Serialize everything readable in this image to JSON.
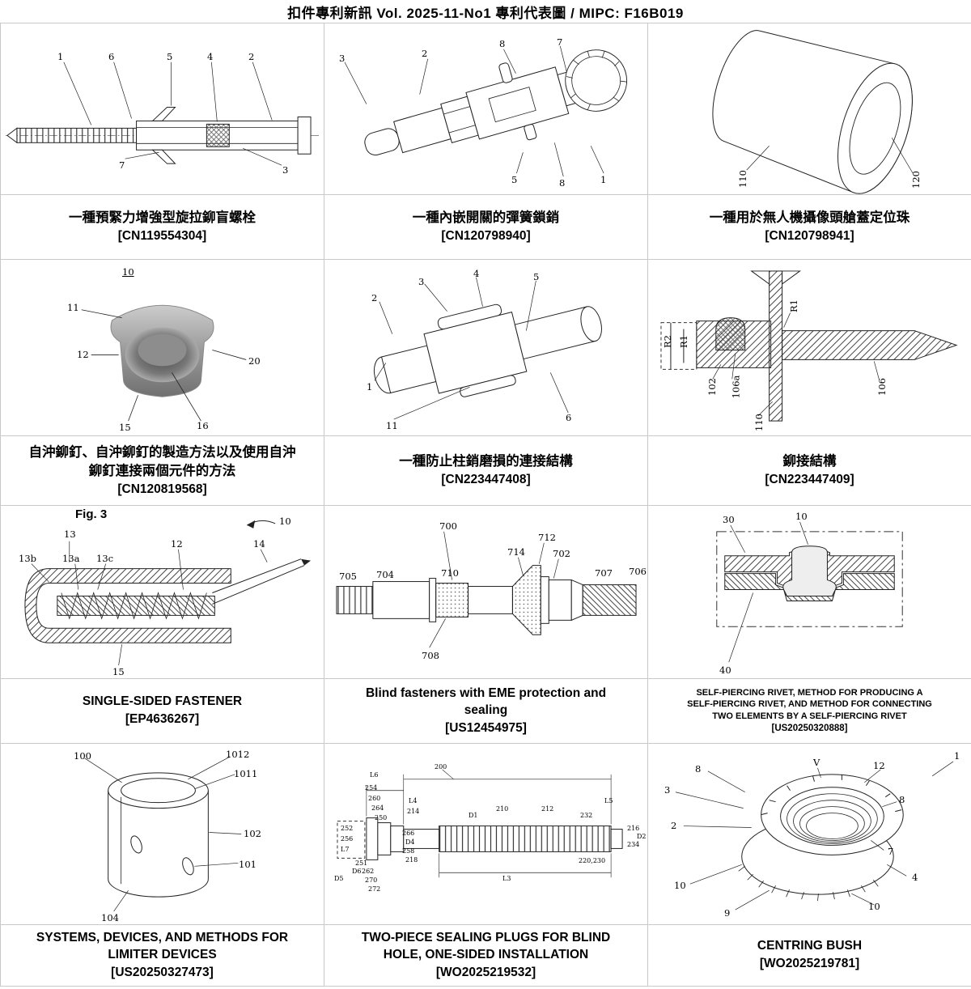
{
  "header": {
    "title": "扣件專利新訊  Vol. 2025-11-No1  專利代表圖  /  MIPC:  F16B019"
  },
  "cells": [
    {
      "caption": [
        "一種預緊力增強型旋拉鉚盲螺栓",
        "[CN119554304]"
      ],
      "labels": [
        "1",
        "6",
        "5",
        "4",
        "2",
        "7",
        "3"
      ]
    },
    {
      "caption": [
        "一種內嵌開關的彈簧鎖銷",
        "[CN120798940]"
      ],
      "labels": [
        "3",
        "2",
        "8",
        "7",
        "5",
        "8",
        "1"
      ]
    },
    {
      "caption": [
        "一種用於無人機攝像頭艙蓋定位珠",
        "[CN120798941]"
      ],
      "labels": [
        "110",
        "120"
      ]
    },
    {
      "caption": [
        "自沖鉚釘、自沖鉚釘的製造方法以及使用自沖",
        "鉚釘連接兩個元件的方法",
        "[CN120819568]"
      ],
      "labels": [
        "10",
        "11",
        "12",
        "20",
        "15",
        "16"
      ]
    },
    {
      "caption": [
        "一種防止柱銷磨損的連接結構",
        "[CN223447408]"
      ],
      "labels": [
        "2",
        "3",
        "4",
        "5",
        "1",
        "11",
        "6"
      ]
    },
    {
      "caption": [
        "鉚接結構",
        "[CN223447409]"
      ],
      "labels": [
        "R2",
        "R1",
        "R1",
        "102",
        "106a",
        "110",
        "106"
      ]
    },
    {
      "caption": [
        "SINGLE-SIDED FASTENER",
        "[EP4636267]"
      ],
      "labels": [
        "Fig. 3",
        "13",
        "13b",
        "13a",
        "13c",
        "12",
        "14",
        "10",
        "15"
      ]
    },
    {
      "caption": [
        "Blind fasteners with EME protection and",
        "sealing",
        "[US12454975]"
      ],
      "labels": [
        "700",
        "712",
        "714",
        "702",
        "705",
        "704",
        "710",
        "707",
        "706",
        "708"
      ]
    },
    {
      "caption": [
        "SELF-PIERCING RIVET, METHOD FOR PRODUCING A",
        "SELF-PIERCING RIVET, AND METHOD FOR CONNECTING",
        "TWO ELEMENTS BY A SELF-PIERCING RIVET",
        "[US20250320888]"
      ],
      "labels": [
        "30",
        "10",
        "40"
      ]
    },
    {
      "caption": [
        "SYSTEMS, DEVICES, AND METHODS FOR",
        "LIMITER DEVICES",
        "[US20250327473]"
      ],
      "labels": [
        "100",
        "1012",
        "1011",
        "102",
        "101",
        "104"
      ]
    },
    {
      "caption": [
        "TWO-PIECE SEALING PLUGS FOR BLIND",
        "HOLE, ONE-SIDED INSTALLATION",
        "[WO2025219532]"
      ],
      "labels": [
        "200",
        "L6",
        "254",
        "260",
        "264",
        "250",
        "L4",
        "214",
        "D1",
        "210",
        "212",
        "232",
        "L5",
        "216",
        "D2",
        "234",
        "266",
        "D4",
        "258",
        "218",
        "252",
        "256",
        "L7",
        "D5",
        "D6",
        "251",
        "262",
        "270",
        "272",
        "220,230",
        "L3"
      ]
    },
    {
      "caption": [
        "CENTRING BUSH",
        "[WO2025219781]"
      ],
      "labels": [
        "8",
        "V",
        "12",
        "1",
        "3",
        "8",
        "2",
        "7",
        "10",
        "4",
        "9",
        "10"
      ]
    }
  ]
}
